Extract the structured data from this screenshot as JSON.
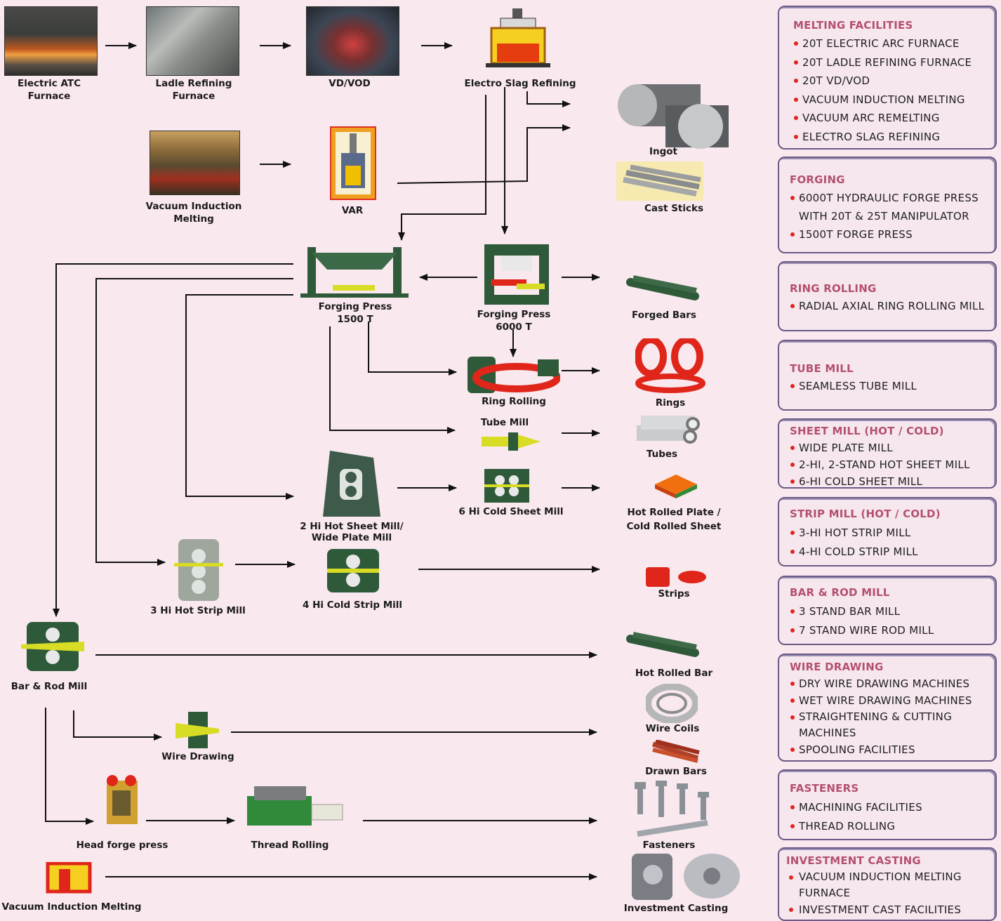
{
  "nodes": {
    "electric_furnace": "Electric ATC\nFurnace",
    "ladle_refining": "Ladle Refining\nFurnace",
    "vd_vod": "VD/VOD",
    "esr": "Electro Slag Refining",
    "ingot": "Ingot",
    "cast_sticks": "Cast Sticks",
    "vim": "Vacuum Induction\nMelting",
    "var": "VAR",
    "forging_1500": "Forging Press\n1500 T",
    "forging_6000": "Forging Press\n6000 T",
    "forged_bars": "Forged Bars",
    "ring_rolling": "Ring Rolling",
    "rings": "Rings",
    "tube_mill": "Tube Mill",
    "tubes": "Tubes",
    "hot_sheet": "2 Hi Hot Sheet Mill/\nWide Plate Mill",
    "cold_sheet": "6 Hi Cold Sheet Mill",
    "plate_sheet": "Hot Rolled Plate /\nCold Rolled Sheet",
    "hot_strip": "3 Hi Hot Strip Mill",
    "cold_strip": "4 Hi Cold Strip Mill",
    "strips": "Strips",
    "bar_rod": "Bar & Rod Mill",
    "hot_rolled_bar": "Hot Rolled Bar",
    "wire_coils": "Wire Coils",
    "wire_drawing": "Wire Drawing",
    "drawn_bars": "Drawn Bars",
    "head_forge": "Head forge press",
    "thread_rolling": "Thread Rolling",
    "fasteners": "Fasteners",
    "vim_bottom": "Vacuum Induction Melting",
    "investment_casting": "Investment Casting"
  },
  "panels": [
    {
      "title": "MELTING FACILITIES",
      "items": [
        "20T ELECTRIC ARC FURNACE",
        "20T LADLE REFINING FURNACE",
        "20T VD/VOD",
        "VACUUM INDUCTION MELTING",
        "VACUUM ARC REMELTING",
        "ELECTRO SLAG REFINING"
      ]
    },
    {
      "title": "FORGING",
      "items": [
        "6000T HYDRAULIC FORGE PRESS\nWITH 20T & 25T MANIPULATOR",
        "1500T FORGE PRESS"
      ]
    },
    {
      "title": "RING ROLLING",
      "items": [
        "RADIAL AXIAL RING ROLLING MILL"
      ]
    },
    {
      "title": "TUBE MILL",
      "items": [
        "SEAMLESS TUBE MILL"
      ]
    },
    {
      "title": "SHEET MILL (HOT / COLD)",
      "items": [
        "WIDE PLATE MILL",
        "2-HI, 2-STAND HOT SHEET MILL",
        "6-HI COLD SHEET MILL"
      ]
    },
    {
      "title": "STRIP MILL (HOT / COLD)",
      "items": [
        "3-HI HOT STRIP MILL",
        "4-HI COLD STRIP MILL"
      ]
    },
    {
      "title": "BAR & ROD MILL",
      "items": [
        "3 STAND BAR MILL",
        "7 STAND WIRE ROD MILL"
      ]
    },
    {
      "title": "WIRE DRAWING",
      "items": [
        "DRY WIRE DRAWING MACHINES",
        "WET WIRE DRAWING MACHINES",
        "STRAIGHTENING & CUTTING\nMACHINES",
        "SPOOLING FACILITIES"
      ]
    },
    {
      "title": "FASTENERS",
      "items": [
        "MACHINING FACILITIES",
        "THREAD ROLLING"
      ]
    },
    {
      "title": "INVESTMENT CASTING",
      "items": [
        "VACUUM INDUCTION MELTING\nFURNACE",
        "INVESTMENT CAST FACILITIES"
      ]
    }
  ],
  "colors": {
    "background": "#f9e8ee",
    "panel_title": "#b4506e",
    "bullet": "#e0261b",
    "panel_border": "#6b5a86",
    "machine_green": "#2f5a3a",
    "accent_yellow": "#d8dc24",
    "accent_red": "#e0261b"
  }
}
